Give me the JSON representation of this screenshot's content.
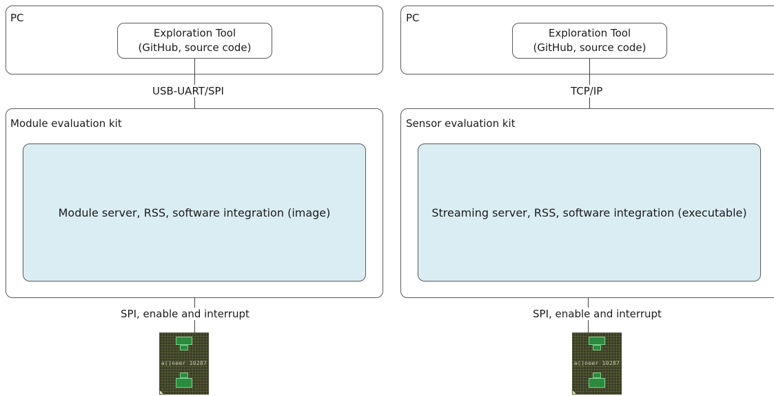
{
  "left": {
    "pc_label": "PC",
    "tool_line1": "Exploration Tool",
    "tool_line2": "(GitHub, source code)",
    "link_label": "USB-UART/SPI",
    "kit_label": "Module evaluation kit",
    "server_label": "Module server, RSS, software integration (image)",
    "bottom_link_label": "SPI, enable and interrupt",
    "chip_text": "a()neer 10287"
  },
  "right": {
    "pc_label": "PC",
    "tool_line1": "Exploration Tool",
    "tool_line2": "(GitHub, source code)",
    "link_label": "TCP/IP",
    "kit_label": "Sensor evaluation kit",
    "server_label": "Streaming server, RSS, software integration (executable)",
    "bottom_link_label": "SPI, enable and interrupt",
    "chip_text": "a()neer 10287"
  },
  "colors": {
    "inner_fill": "#daedf3",
    "border": "#595959",
    "chip_body": "#3a3d24",
    "chip_pad": "#2b8a3e"
  }
}
